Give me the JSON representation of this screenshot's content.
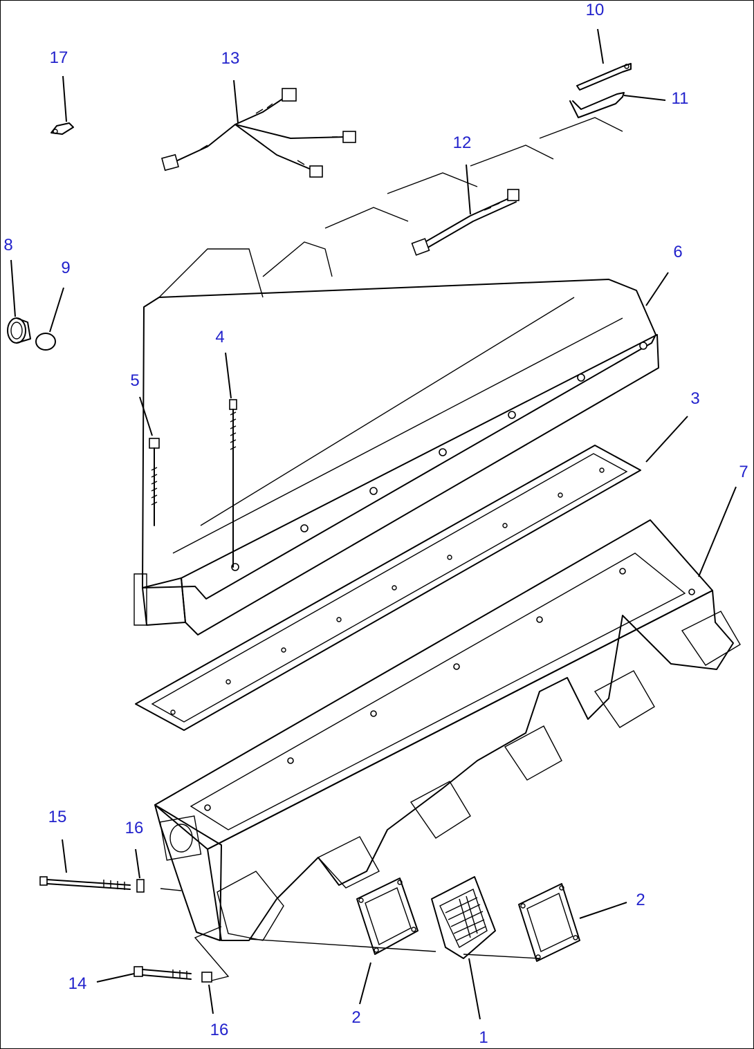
{
  "diagram": {
    "colors": {
      "callout": "#2222cc",
      "line": "#000000",
      "background": "#ffffff"
    },
    "callouts": [
      "17",
      "13",
      "10",
      "11",
      "12",
      "8",
      "9",
      "6",
      "4",
      "5",
      "3",
      "7",
      "15",
      "16",
      "2",
      "14",
      "16",
      "2",
      "1"
    ]
  }
}
